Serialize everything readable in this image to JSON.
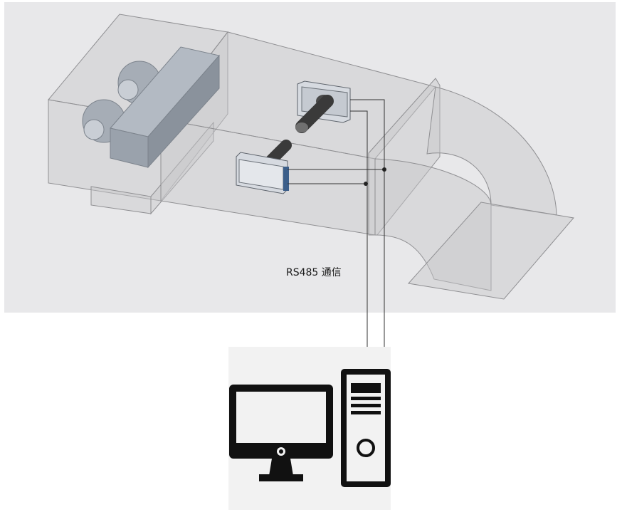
{
  "diagram": {
    "connection_label": "RS485 通信",
    "colors": {
      "scene_background": "#e8e8ea",
      "pc_panel_background": "#f2f2f2",
      "duct_fill": "#c8c8ca",
      "duct_edge": "#8f8f92",
      "fan_body": "#a6adb6",
      "sensor_body": "#d6dae0",
      "probe": "#3a3a3a",
      "wire": "#333333",
      "computer": "#111111"
    },
    "icons": [
      "air-duct",
      "fan-unit",
      "sensor-upper",
      "sensor-lower",
      "monitor-icon",
      "pc-tower-icon"
    ]
  }
}
